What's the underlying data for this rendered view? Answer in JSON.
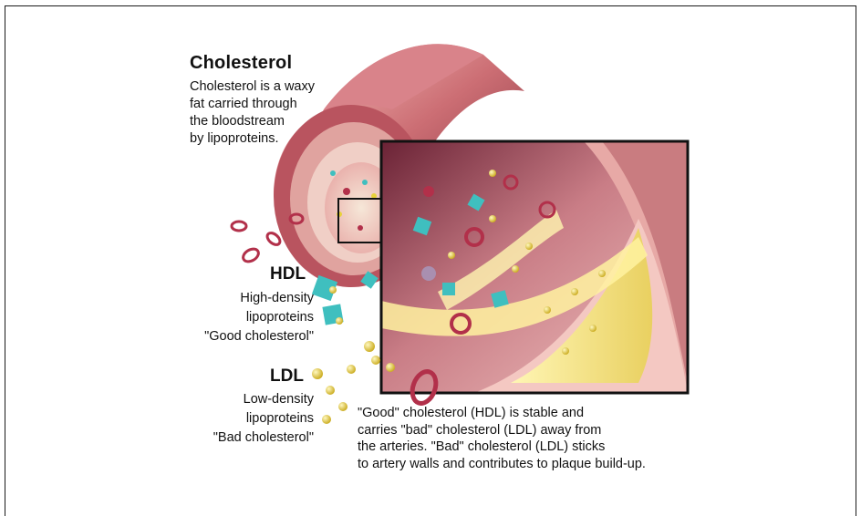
{
  "cholesterol": {
    "title": "Cholesterol",
    "description_lines": [
      "Cholesterol is a waxy",
      "fat carried through",
      "the bloodstream",
      "by lipoproteins."
    ]
  },
  "hdl": {
    "heading": "HDL",
    "lines": [
      "High-density",
      "lipoproteins",
      "\"Good cholesterol\""
    ]
  },
  "ldl": {
    "heading": "LDL",
    "lines": [
      "Low-density",
      "lipoproteins",
      "\"Bad cholesterol\""
    ]
  },
  "caption": {
    "lines": [
      "\"Good\" cholesterol (HDL) is stable and",
      "carries \"bad\" cholesterol (LDL) away from",
      "the arteries. \"Bad\" cholesterol (LDL) sticks",
      "to artery walls and contributes to plaque build-up."
    ]
  },
  "colors": {
    "artery_wall": "#c9646b",
    "artery_inner": "#f2c3c0",
    "plaque": "#f3e27a",
    "hdl_particle": "#3fbfbf",
    "ldl_particle": "#e8d23a",
    "blood_cell": "#b2304a"
  }
}
